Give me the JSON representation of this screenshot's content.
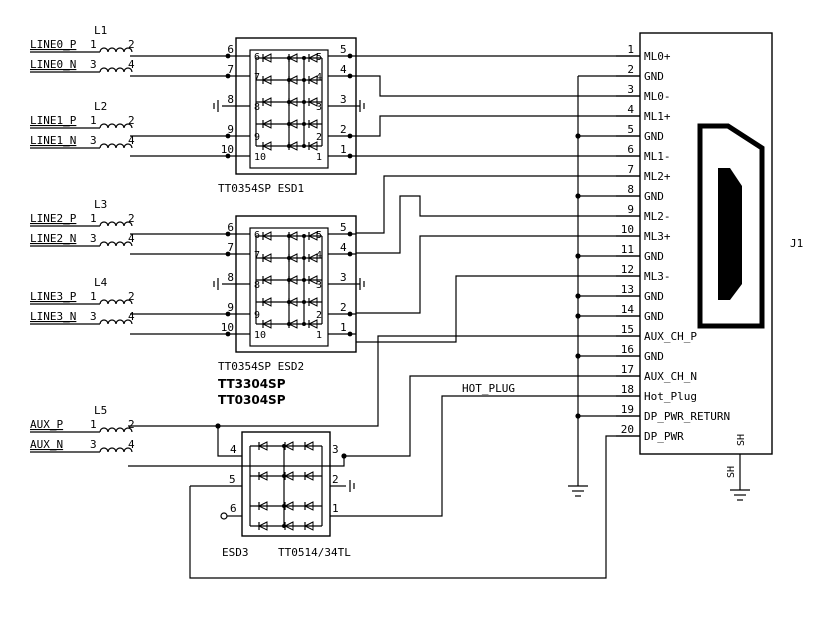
{
  "connector": {
    "ref": "J1",
    "pins": [
      {
        "num": "1",
        "name": "ML0+"
      },
      {
        "num": "2",
        "name": "GND"
      },
      {
        "num": "3",
        "name": "ML0-"
      },
      {
        "num": "4",
        "name": "ML1+"
      },
      {
        "num": "5",
        "name": "GND"
      },
      {
        "num": "6",
        "name": "ML1-"
      },
      {
        "num": "7",
        "name": "ML2+"
      },
      {
        "num": "8",
        "name": "GND"
      },
      {
        "num": "9",
        "name": "ML2-"
      },
      {
        "num": "10",
        "name": "ML3+"
      },
      {
        "num": "11",
        "name": "GND"
      },
      {
        "num": "12",
        "name": "ML3-"
      },
      {
        "num": "13",
        "name": "GND"
      },
      {
        "num": "14",
        "name": "GND"
      },
      {
        "num": "15",
        "name": "AUX_CH_P"
      },
      {
        "num": "16",
        "name": "GND"
      },
      {
        "num": "17",
        "name": "AUX_CH_N"
      },
      {
        "num": "18",
        "name": "Hot_Plug"
      },
      {
        "num": "19",
        "name": "DP_PWR_RETURN"
      },
      {
        "num": "20",
        "name": "DP_PWR"
      }
    ],
    "shield_label": "SH",
    "shield_pin": "SH"
  },
  "chokes": [
    {
      "ref": "L1",
      "p_net": "LINE0_P",
      "n_net": "LINE0_N",
      "pins": [
        "1",
        "2",
        "3",
        "4"
      ]
    },
    {
      "ref": "L2",
      "p_net": "LINE1_P",
      "n_net": "LINE1_N",
      "pins": [
        "1",
        "2",
        "3",
        "4"
      ]
    },
    {
      "ref": "L3",
      "p_net": "LINE2_P",
      "n_net": "LINE2_N",
      "pins": [
        "1",
        "2",
        "3",
        "4"
      ]
    },
    {
      "ref": "L4",
      "p_net": "LINE3_P",
      "n_net": "LINE3_N",
      "pins": [
        "1",
        "2",
        "3",
        "4"
      ]
    },
    {
      "ref": "L5",
      "p_net": "AUX_P",
      "n_net": "AUX_N",
      "pins": [
        "1",
        "2",
        "3",
        "4"
      ]
    }
  ],
  "esd": [
    {
      "label": "TT0354SP ESD1",
      "pins": [
        "6",
        "7",
        "8",
        "9",
        "10",
        "5",
        "4",
        "3",
        "2",
        "1"
      ]
    },
    {
      "label": "TT0354SP ESD2",
      "pins": [
        "6",
        "7",
        "8",
        "9",
        "10",
        "5",
        "4",
        "3",
        "2",
        "1"
      ]
    },
    {
      "ref": "ESD3",
      "part": "TT0514/34TL",
      "pins": [
        "4",
        "5",
        "6",
        "3",
        "2",
        "1"
      ]
    }
  ],
  "notes": [
    "TT3304SP",
    "TT0304SP"
  ],
  "net_labels": {
    "hot_plug": "HOT_PLUG"
  }
}
